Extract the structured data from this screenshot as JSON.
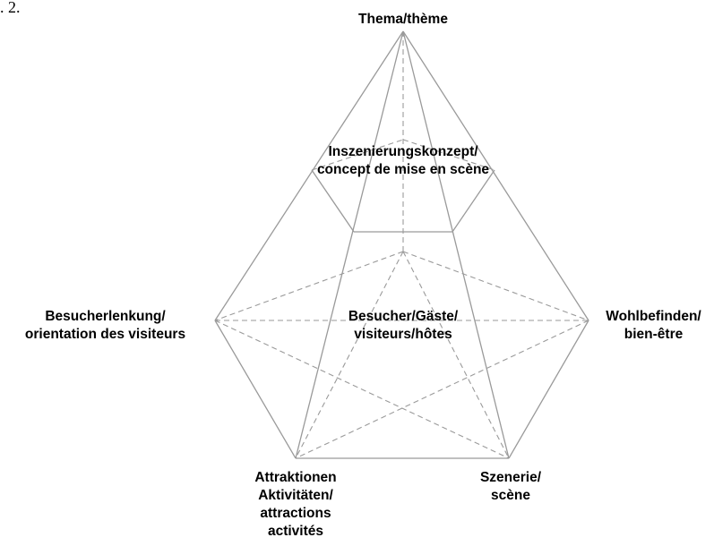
{
  "figure_number": ". 2.",
  "labels": {
    "theme": "Thema/thème",
    "staging_1": "Inszenierungskonzept/",
    "staging_2": "concept de mise en scène",
    "guidance_1": "Besucherlenkung/",
    "guidance_2": "orientation des visiteurs",
    "visitors_1": "Besucher/Gäste/",
    "visitors_2": "visiteurs/hôtes",
    "wellbeing_1": "Wohlbefinden/",
    "wellbeing_2": "bien-être",
    "attractions_1": "Attraktionen",
    "attractions_2": "Aktivitäten/",
    "attractions_3": "attractions",
    "attractions_4": "activités",
    "scenery_1": "Szenerie/",
    "scenery_2": "scène"
  },
  "colors": {
    "solid_line": "#9a9a9a",
    "dashed_line": "#9a9a9a",
    "text": "#000000"
  }
}
